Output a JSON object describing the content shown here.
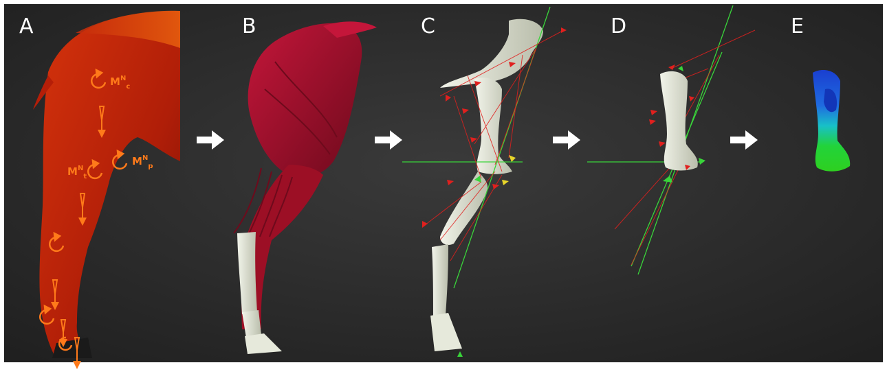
{
  "panels": [
    {
      "letter": "A"
    },
    {
      "letter": "B"
    },
    {
      "letter": "C"
    },
    {
      "letter": "D"
    },
    {
      "letter": "E"
    }
  ],
  "moments": {
    "c": {
      "base": "M",
      "sup": "N",
      "sub": "c"
    },
    "p": {
      "base": "M",
      "sup": "N",
      "sub": "p"
    },
    "t": {
      "base": "M",
      "sup": "N",
      "sub": "t"
    }
  },
  "colors": {
    "background": "#2b2b2b",
    "limb_skin": "#c2270b",
    "muscle": "#a0122a",
    "bone": "#e4e7d8",
    "annotation": "#ff7a1a",
    "muscle_line": "#e0201e",
    "axis_line": "#39d43a",
    "arrow": "#ffffff"
  }
}
